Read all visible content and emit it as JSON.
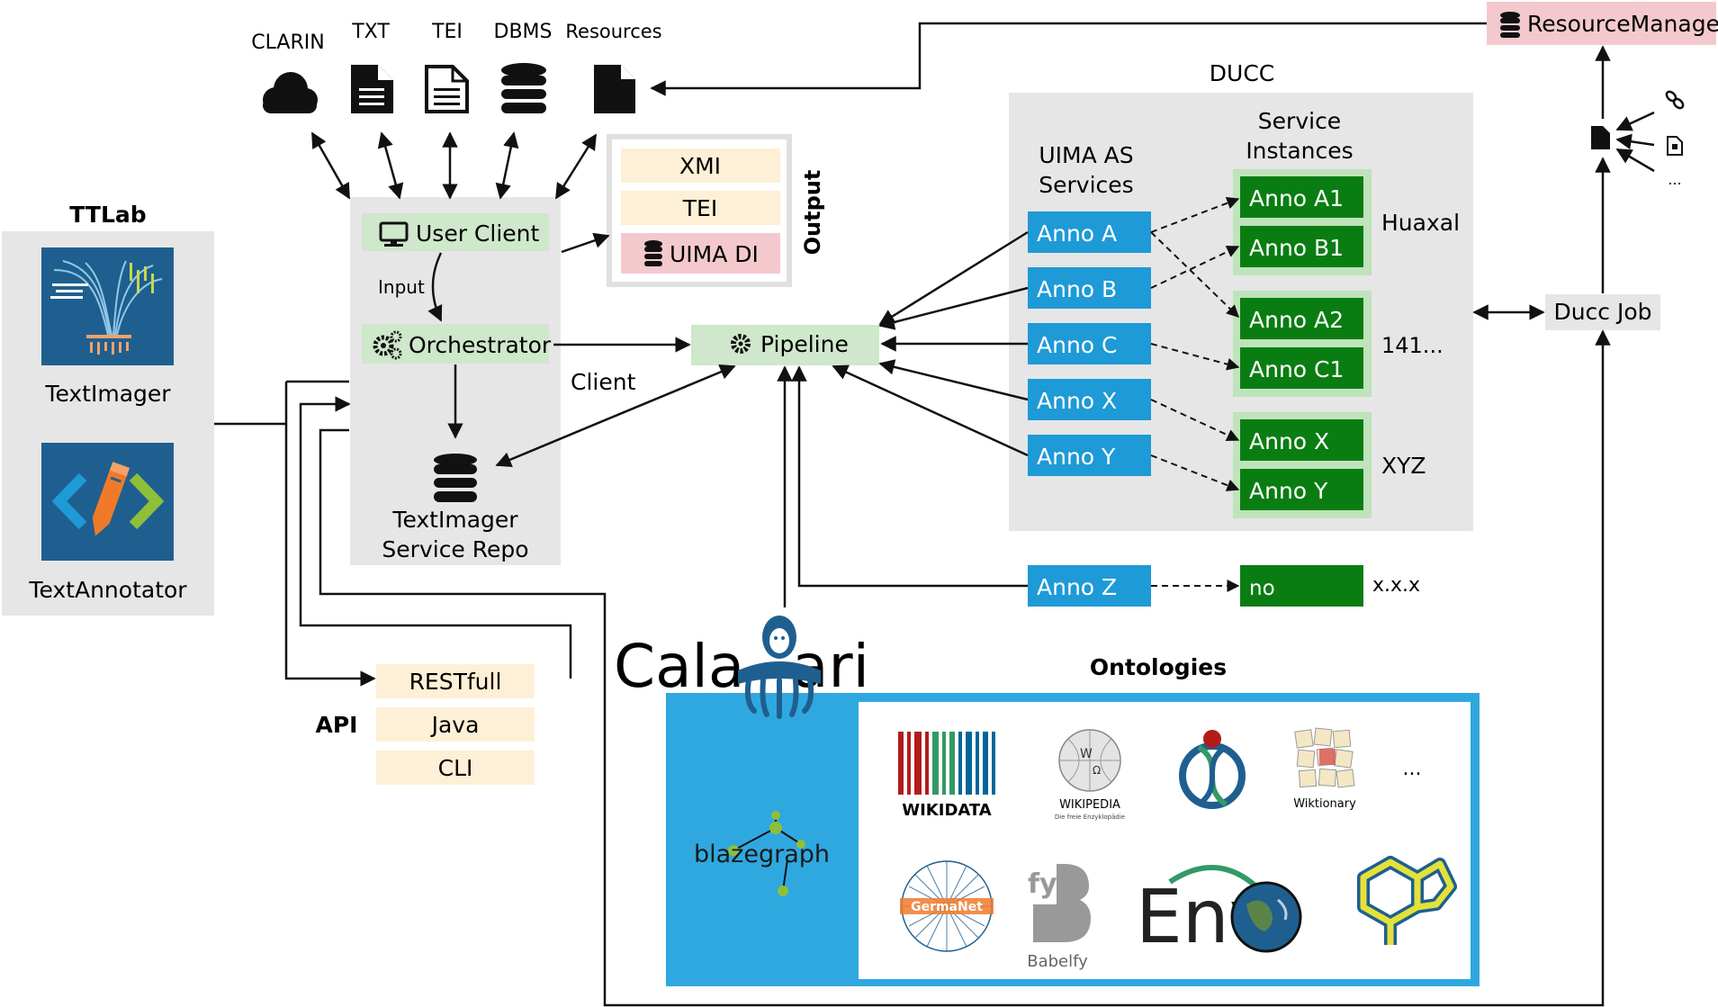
{
  "sources": {
    "clarin": "CLARIN",
    "txt": "TXT",
    "tei": "TEI",
    "dbms": "DBMS",
    "resources": "Resources"
  },
  "resource_manager": "ResourceManager",
  "ducc": {
    "title": "DUCC",
    "uima_header": [
      "UIMA AS",
      "Services"
    ],
    "service_header": [
      "Service",
      "Instances"
    ],
    "services": [
      "Anno A",
      "Anno B",
      "Anno C",
      "Anno X",
      "Anno Y"
    ],
    "groups": [
      {
        "instances": [
          "Anno A1",
          "Anno B1"
        ],
        "host": "Huaxal"
      },
      {
        "instances": [
          "Anno A2",
          "Anno C1"
        ],
        "host": "141..."
      },
      {
        "instances": [
          "Anno X",
          "Anno Y"
        ],
        "host": "XYZ"
      }
    ],
    "extra_service": "Anno Z",
    "extra_instance": "no",
    "extra_host": "x.x.x"
  },
  "ttlab": {
    "title": "TTLab",
    "textimager": "TextImager",
    "textannotator": "TextAnnotator"
  },
  "core": {
    "user_client": "User Client",
    "input": "Input",
    "orchestrator": "Orchestrator",
    "repo": [
      "TextImager",
      "Service Repo"
    ],
    "client": "Client",
    "pipeline": "Pipeline"
  },
  "output": {
    "label": "Output",
    "items": [
      "XMI",
      "TEI",
      "UIMA DI"
    ]
  },
  "api": {
    "label": "API",
    "items": [
      "RESTfull",
      "Java",
      "CLI"
    ]
  },
  "ducc_job": "Ducc Job",
  "job_inputs_more": "...",
  "calamari": {
    "left": "Cala",
    "right": "ari"
  },
  "ontologies": {
    "title": "Ontologies",
    "blazegraph": "blazegraph",
    "wikidata": "WIKIDATA",
    "wikipedia": "WIKIPEDIA",
    "wikipedia_sub": "Die freie Enzyklopädie",
    "wiktionary": "Wiktionary",
    "germanet": "GermaNet",
    "babelfy": "Babelfy",
    "babelfy_mark": "fy",
    "envo": "Env",
    "more": "..."
  },
  "colors": {
    "green_light": "#d5ebd3",
    "green_dark": "#0a7d12",
    "blue": "#1e9ad6",
    "peach": "#fdf0d6",
    "pink": "#f4c9cd",
    "gray": "#e6e6e6",
    "sky": "#2fa8e0"
  }
}
